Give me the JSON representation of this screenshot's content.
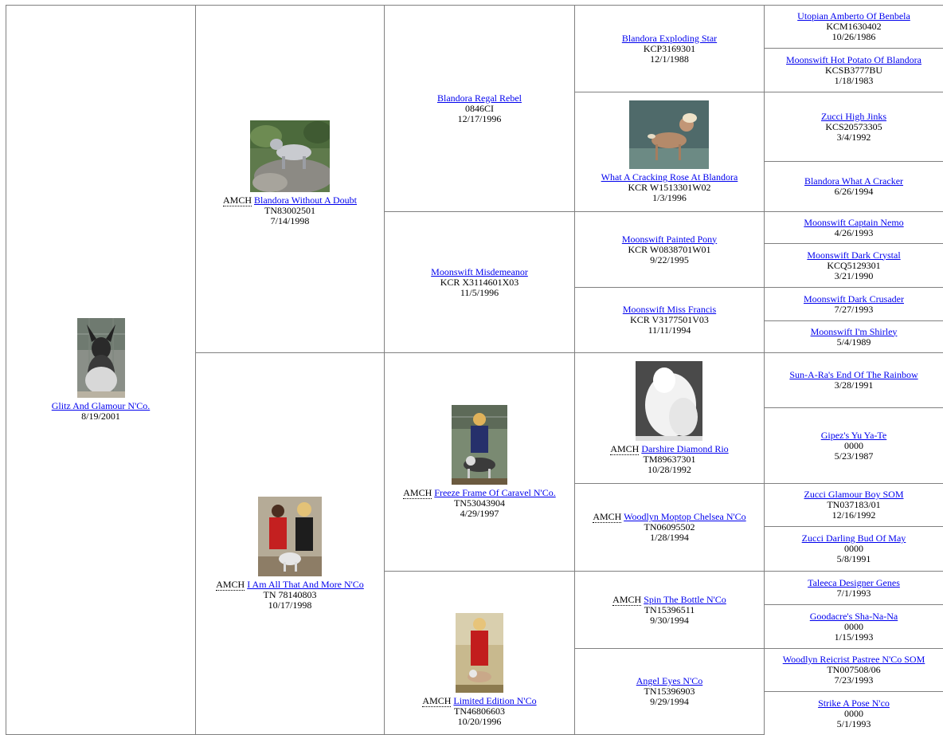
{
  "gen1": {
    "name": "Glitz And Glamour N'Co.",
    "dob": "8/19/2001",
    "photo": "crested-dog-photo"
  },
  "gen2": [
    {
      "title": "AMCH",
      "name": "Blandora Without A Doubt",
      "reg": "TN83002501",
      "dob": "7/14/1998",
      "photo": "crested-dog-on-rocks-photo"
    },
    {
      "title": "AMCH",
      "name": "I Am All That And More N'Co",
      "reg": "TN 78140803",
      "dob": "10/17/1998",
      "photo": "show-win-photo"
    }
  ],
  "gen3": [
    {
      "title": "",
      "name": "Blandora Regal Rebel",
      "reg": "0846CI",
      "dob": "12/17/1996",
      "photo": ""
    },
    {
      "title": "",
      "name": "Moonswift Misdemeanor",
      "reg": "KCR X3114601X03",
      "dob": "11/5/1996",
      "photo": ""
    },
    {
      "title": "AMCH",
      "name": "Freeze Frame Of Caravel N'Co.",
      "reg": "TN53043904",
      "dob": "4/29/1997",
      "photo": "handler-with-dog-photo"
    },
    {
      "title": "AMCH",
      "name": "Limited Edition N'Co",
      "reg": "TN46806603",
      "dob": "10/20/1996",
      "photo": "handler-in-red-photo"
    }
  ],
  "gen4": [
    {
      "title": "",
      "name": "Blandora Exploding Star",
      "reg": "KCP3169301",
      "dob": "12/1/1988",
      "photo": ""
    },
    {
      "title": "",
      "name": "What A Cracking Rose At Blandora",
      "reg": "KCR W1513301W02",
      "dob": "1/3/1996",
      "photo": "painted-dog-photo"
    },
    {
      "title": "",
      "name": "Moonswift Painted Pony",
      "reg": "KCR W0838701W01",
      "dob": "9/22/1995",
      "photo": ""
    },
    {
      "title": "",
      "name": "Moonswift Miss Francis",
      "reg": "KCR V3177501V03",
      "dob": "11/11/1994",
      "photo": ""
    },
    {
      "title": "AMCH",
      "name": "Darshire Diamond Rio",
      "reg": "TM89637301",
      "dob": "10/28/1992",
      "photo": "white-powderpuff-photo"
    },
    {
      "title": "AMCH",
      "name": "Woodlyn Moptop Chelsea N'Co",
      "reg": "TN06095502",
      "dob": "1/28/1994",
      "photo": ""
    },
    {
      "title": "AMCH",
      "name": "Spin The Bottle N'Co",
      "reg": "TN15396511",
      "dob": "9/30/1994",
      "photo": ""
    },
    {
      "title": "",
      "name": "Angel Eyes N'Co",
      "reg": "TN15396903",
      "dob": "9/29/1994",
      "photo": ""
    }
  ],
  "gen5": [
    {
      "title": "",
      "name": "Utopian Amberto Of Benbela",
      "reg": "KCM1630402",
      "dob": "10/26/1986"
    },
    {
      "title": "",
      "name": "Moonswift Hot Potato Of Blandora",
      "reg": "KCSB3777BU",
      "dob": "1/18/1983"
    },
    {
      "title": "",
      "name": "Zucci High Jinks",
      "reg": "KCS20573305",
      "dob": "3/4/1992"
    },
    {
      "title": "",
      "name": "Blandora What A Cracker",
      "reg": "",
      "dob": "6/26/1994"
    },
    {
      "title": "",
      "name": "Moonswift Captain Nemo",
      "reg": "",
      "dob": "4/26/1993"
    },
    {
      "title": "",
      "name": "Moonswift Dark Crystal",
      "reg": "KCQ5129301",
      "dob": "3/21/1990"
    },
    {
      "title": "",
      "name": "Moonswift Dark Crusader",
      "reg": "",
      "dob": "7/27/1993"
    },
    {
      "title": "",
      "name": "Moonswift I'm Shirley",
      "reg": "",
      "dob": "5/4/1989"
    },
    {
      "title": "",
      "name": "Sun-A-Ra's End Of The Rainbow",
      "reg": "",
      "dob": "3/28/1991"
    },
    {
      "title": "",
      "name": "Gipez's Yu Ya-Te",
      "reg": "0000",
      "dob": "5/23/1987"
    },
    {
      "title": "",
      "name": "Zucci Glamour Boy SOM",
      "reg": "TN037183/01",
      "dob": "12/16/1992"
    },
    {
      "title": "",
      "name": "Zucci Darling Bud Of May",
      "reg": "0000",
      "dob": "5/8/1991"
    },
    {
      "title": "",
      "name": "Taleeca Designer Genes",
      "reg": "",
      "dob": "7/1/1993"
    },
    {
      "title": "",
      "name": "Goodacre's Sha-Na-Na",
      "reg": "0000",
      "dob": "1/15/1993"
    },
    {
      "title": "",
      "name": "Woodlyn Reicrist Pastree N'Co SOM",
      "reg": "TN007508/06",
      "dob": "7/23/1993"
    },
    {
      "title": "",
      "name": "Strike A Pose N'co",
      "reg": "0000",
      "dob": "5/1/1993"
    }
  ],
  "colors": {
    "link": "#0000ee",
    "border": "#808080",
    "background": "#ffffff"
  }
}
